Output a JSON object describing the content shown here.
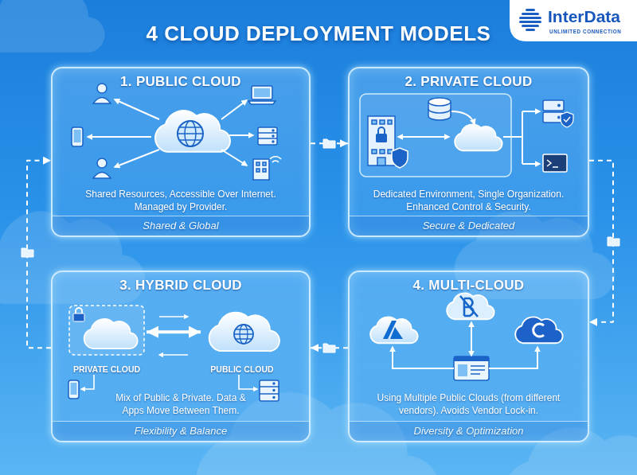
{
  "diagram": {
    "title": "4 CLOUD DEPLOYMENT MODELS",
    "nodes": [
      {
        "text": [
          "1. PUBLIC CLOUD",
          "Shared Resources, Accessible Over Internet. Managed by Provider.",
          "Shared & Global"
        ]
      },
      {
        "text": [
          "2. PRIVATE CLOUD",
          "Dedicated Environment, Single Organization. Enhanced Control & Security.",
          "Secure & Dedicated"
        ]
      },
      {
        "text": [
          "3. HYBRID CLOUD",
          "Mix of Public & Private. Data & Apps Move Between Them.",
          "Flexibility & Balance"
        ]
      },
      {
        "text": [
          "4. MULTI-CLOUD",
          "Using Multiple Public Clouds (from different vendors). Avoids Vendor Lock-in.",
          "Diversity & Optimization"
        ]
      },
      {
        "text": [
          "PRIVATE CLOUD"
        ],
        "in": 2
      },
      {
        "text": [
          "PUBLIC CLOUD"
        ],
        "in": 2
      }
    ],
    "edges": [
      {
        "from": 0,
        "to": 1,
        "arrow": "to"
      },
      {
        "from": 1,
        "to": 3,
        "arrow": "to"
      },
      {
        "from": 3,
        "to": 2,
        "arrow": "to"
      },
      {
        "from": 2,
        "to": 0,
        "arrow": "to"
      },
      {
        "from": 4,
        "to": 5,
        "arrow": "both"
      }
    ],
    "labels": [
      "InterData",
      "UNLIMITED CONNECTION"
    ]
  }
}
